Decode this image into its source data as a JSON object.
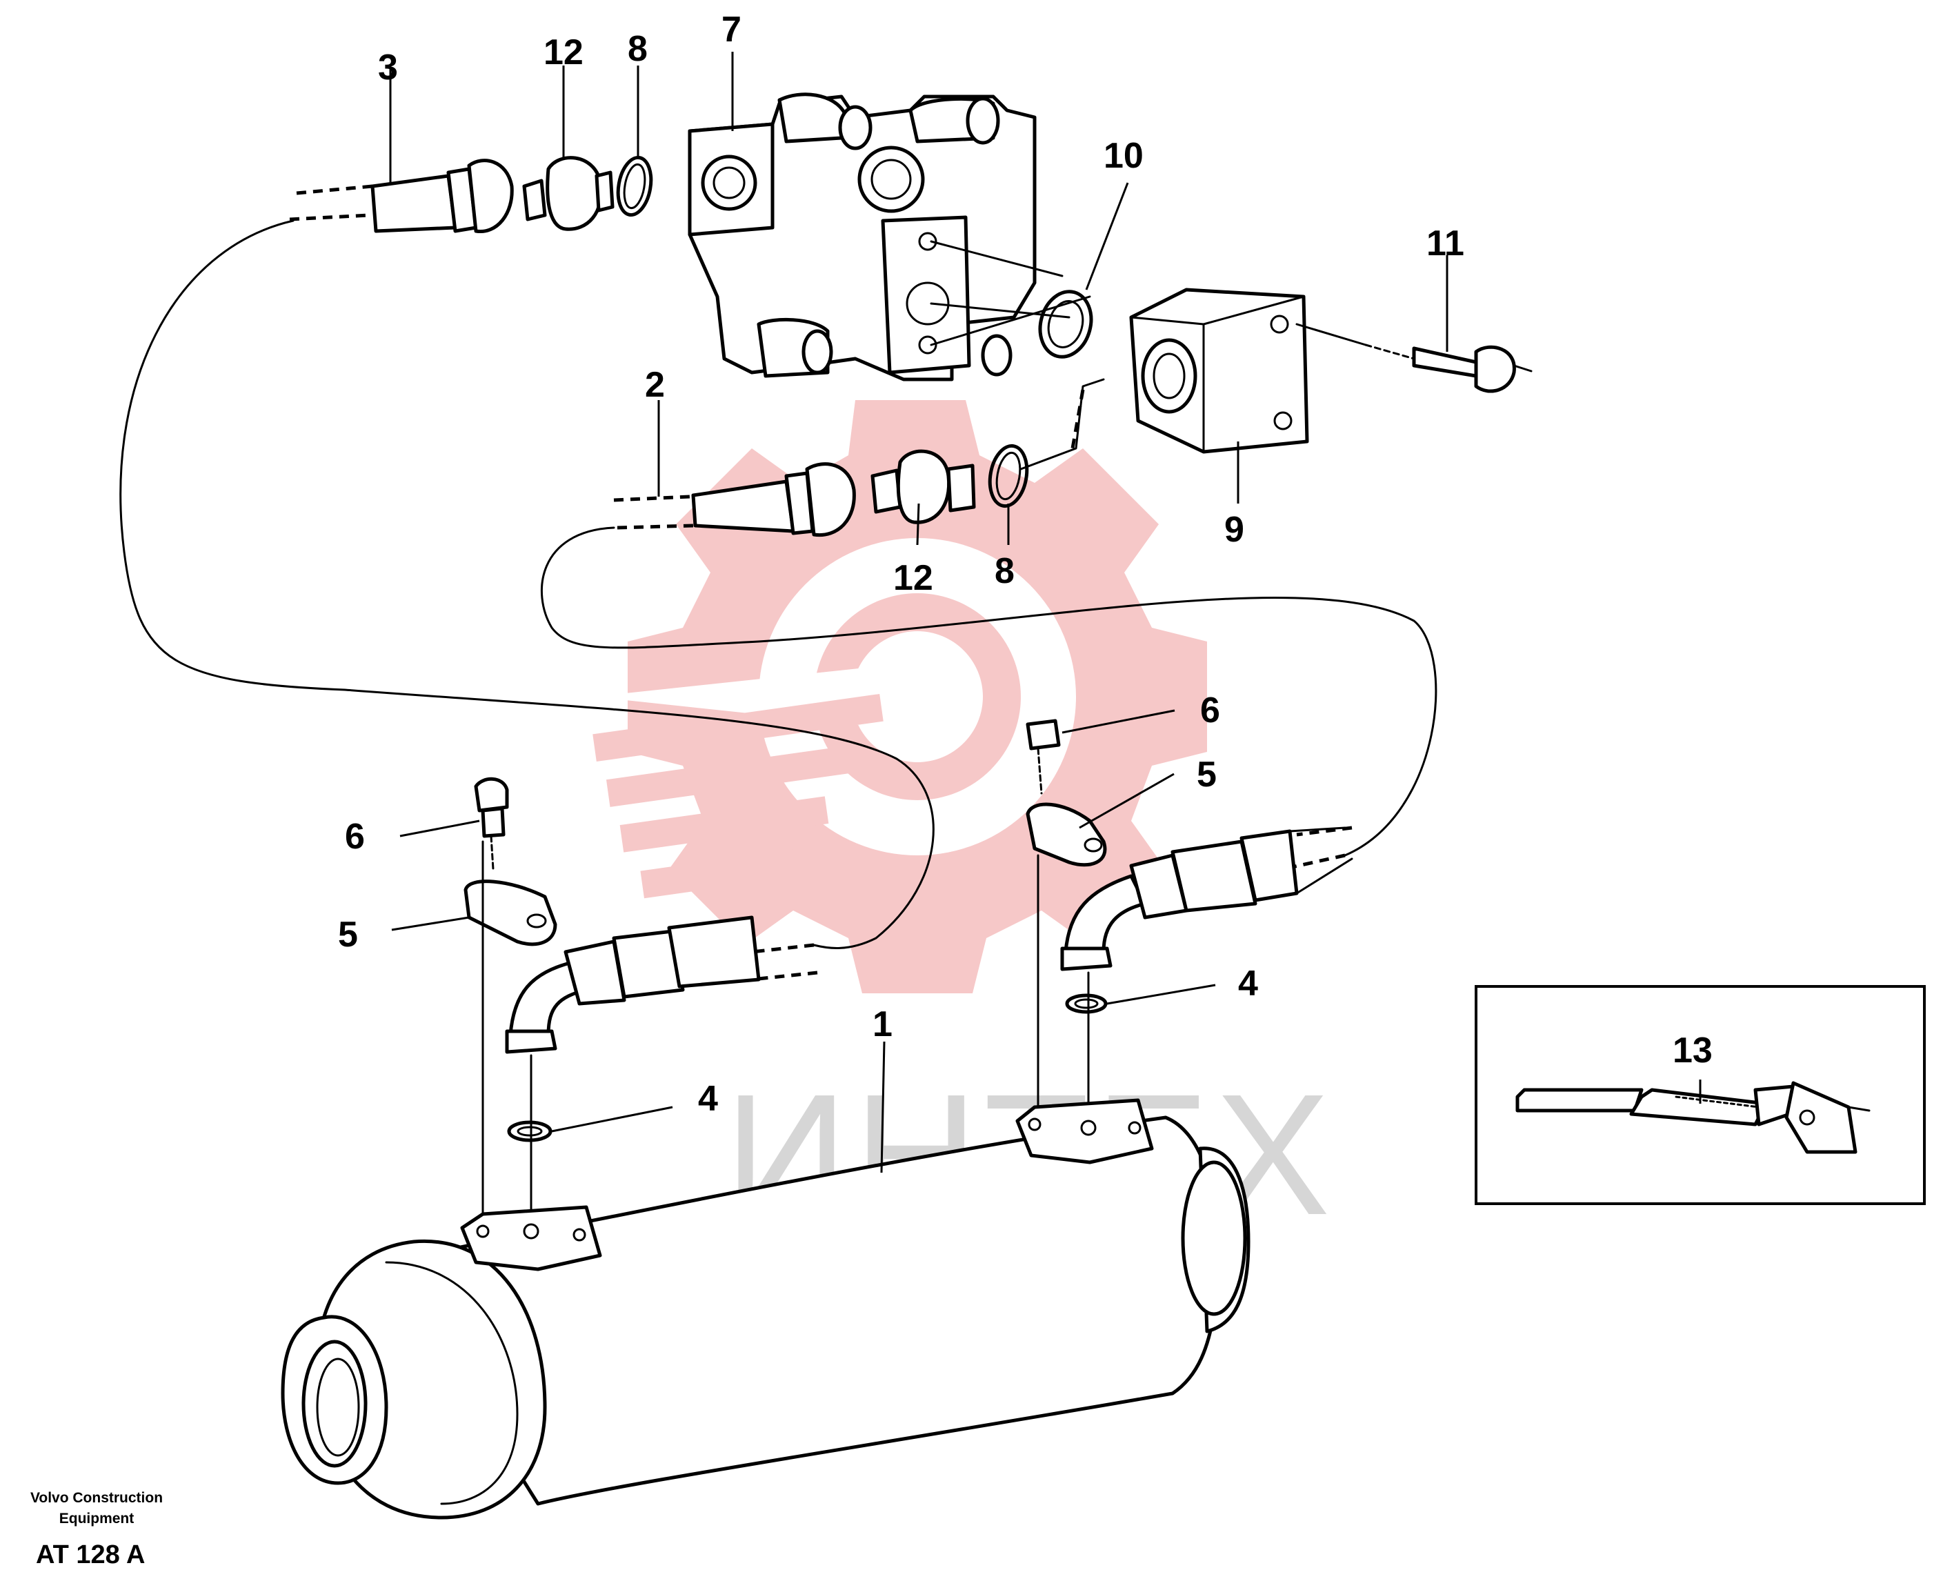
{
  "callouts": {
    "c1": "1",
    "c2": "2",
    "c3": "3",
    "c4a": "4",
    "c4b": "4",
    "c5a": "5",
    "c5b": "5",
    "c6a": "6",
    "c6b": "6",
    "c7": "7",
    "c8a": "8",
    "c8b": "8",
    "c9": "9",
    "c10": "10",
    "c11": "11",
    "c12a": "12",
    "c12b": "12",
    "c13": "13"
  },
  "watermark": {
    "text": "ИНТЕХ",
    "color": "#d6d6d6",
    "logo_color": "#f6c8c8"
  },
  "footer": {
    "maker_line1": "Volvo Construction",
    "maker_line2": "Equipment",
    "code": "AT 128 A"
  }
}
